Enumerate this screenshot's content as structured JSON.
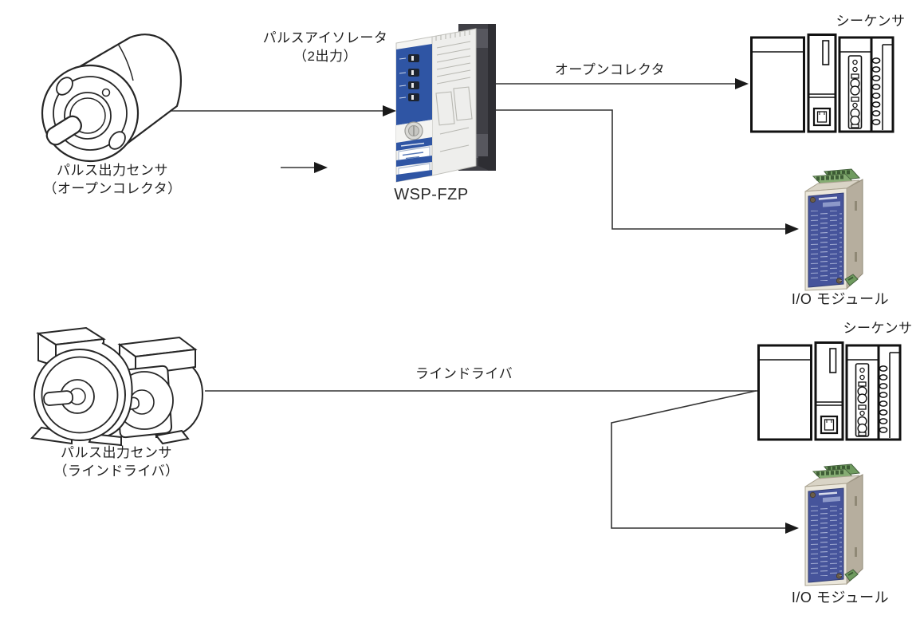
{
  "colors": {
    "line": "#333333",
    "arrow": "#1a1a1a",
    "text": "#1f1f1f",
    "isolator_front_blue": "#2f55a4",
    "isolator_body": "#f2f2f0",
    "isolator_mount_dark": "#3f3f45",
    "io_panel_navy": "#46549b",
    "io_body_beige": "#d9d4c6",
    "io_terminal_green": "#6f9b5f"
  },
  "top_flow": {
    "sensor_label_line1": "パルス出力センサ",
    "sensor_label_line2": "（オープンコレクタ）",
    "isolator_title_line1": "パルスアイソレータ",
    "isolator_title_line2": "（2出力）",
    "isolator_model": "WSP-FZP",
    "wire_label": "オープンコレクタ",
    "plc_label": "シーケンサ",
    "io_module_label": "I/O モジュール"
  },
  "bottom_flow": {
    "sensor_label_line1": "パルス出力センサ",
    "sensor_label_line2": "（ラインドライバ）",
    "wire_label": "ラインドライバ",
    "plc_label": "シーケンサ",
    "io_module_label": "I/O モジュール"
  }
}
